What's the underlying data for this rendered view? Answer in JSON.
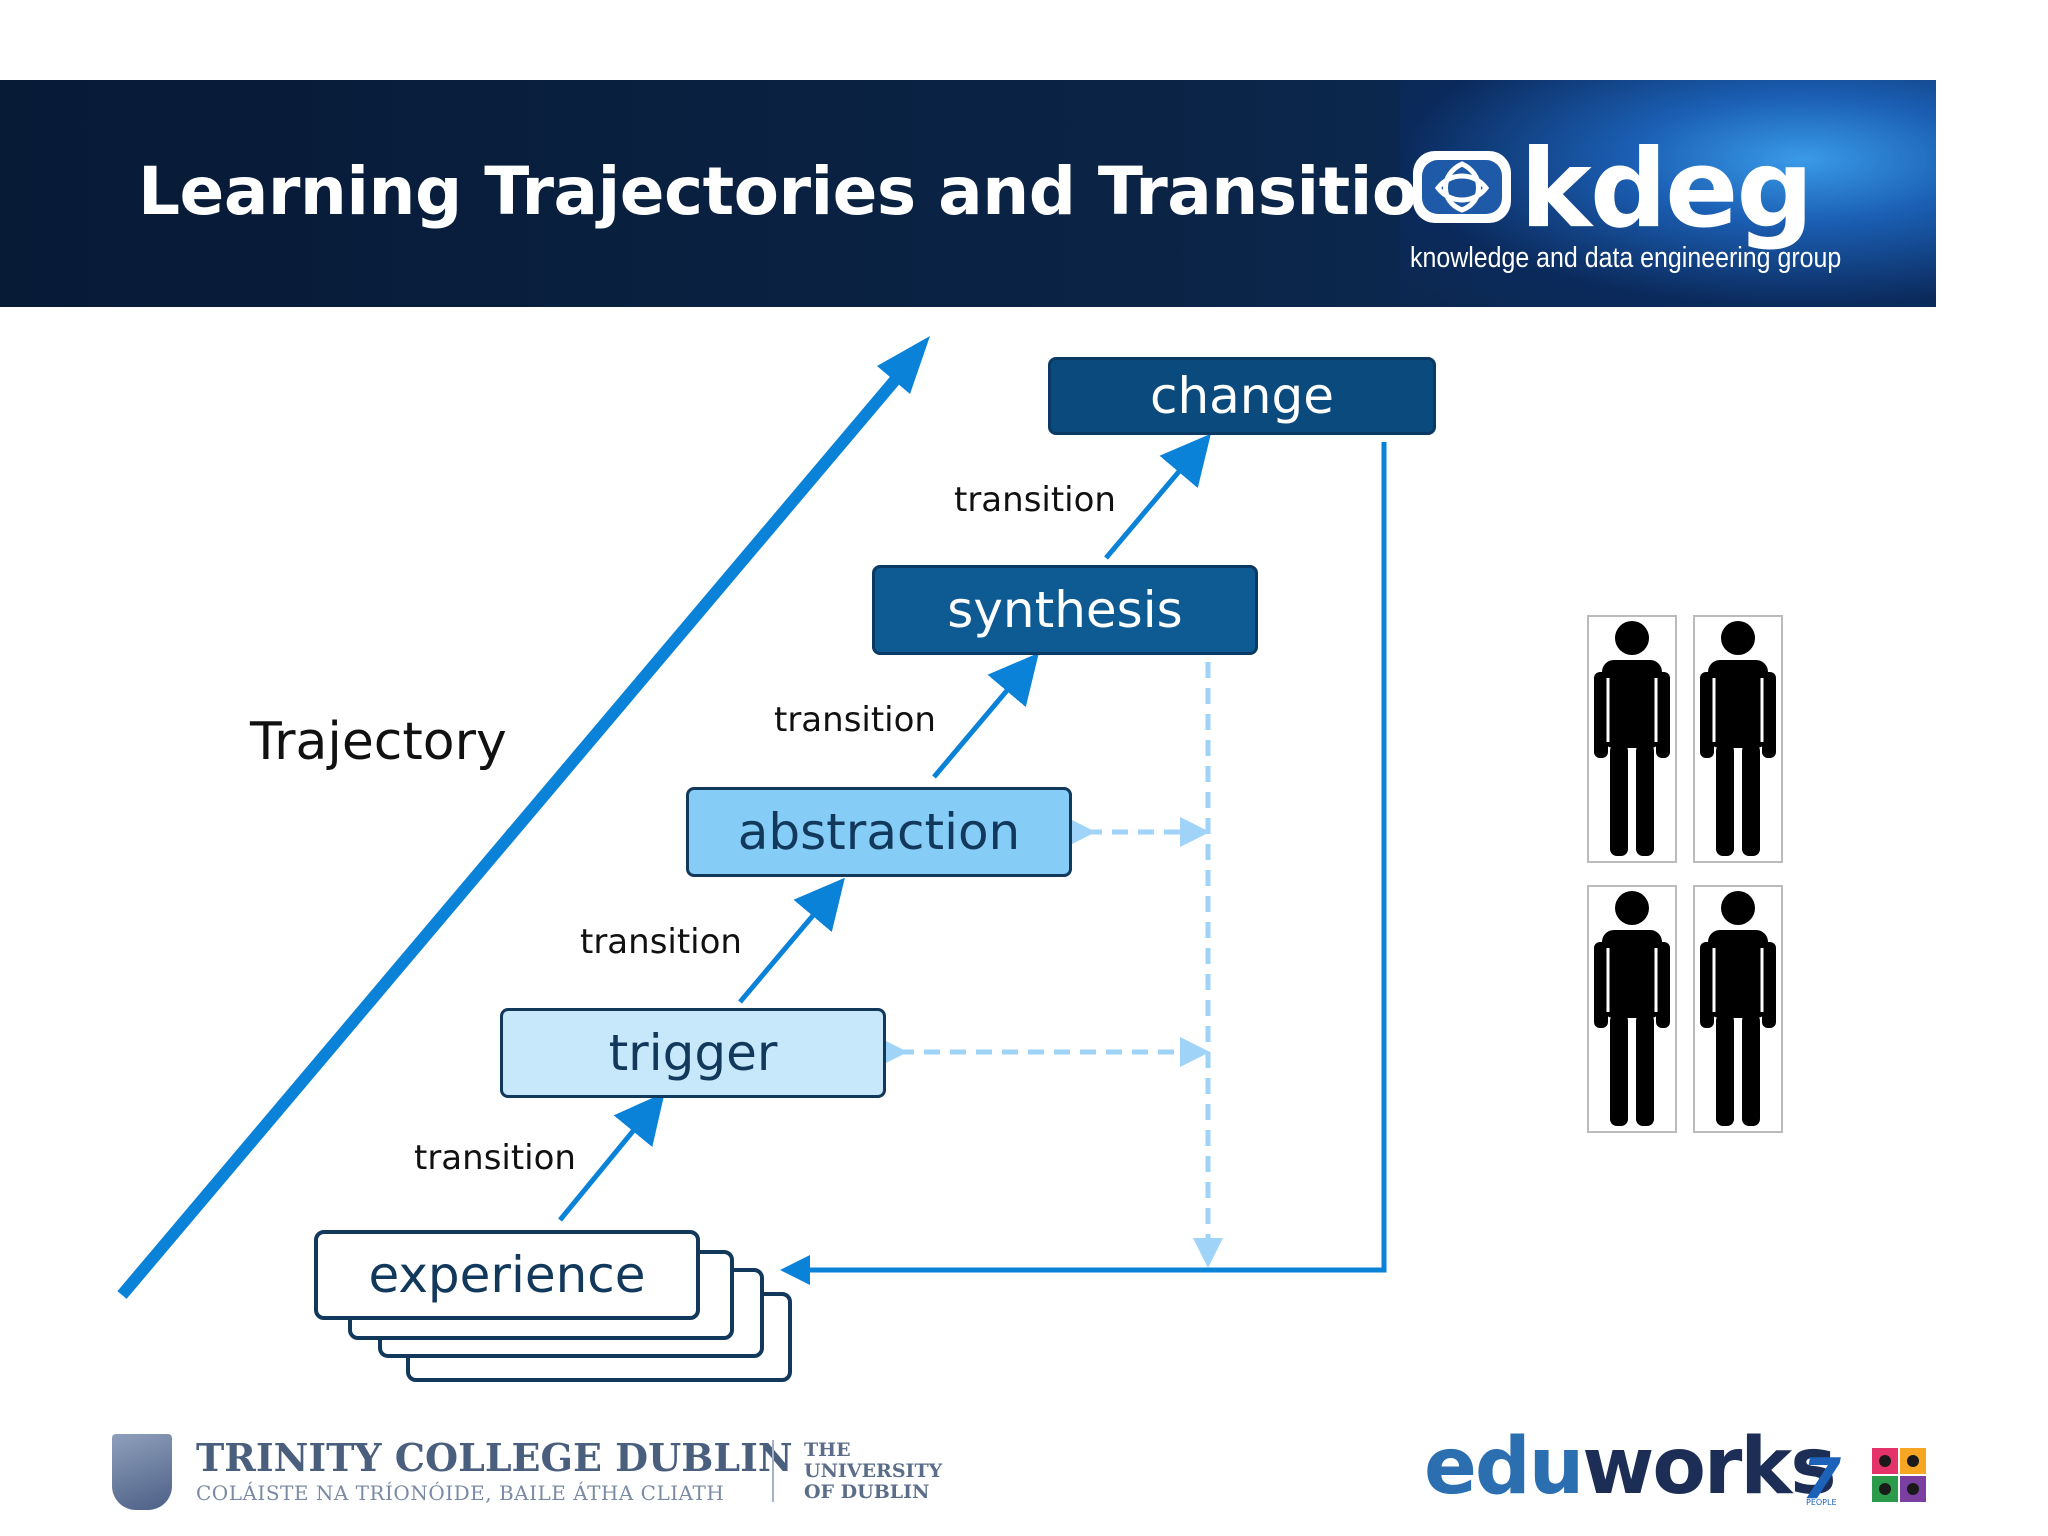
{
  "header": {
    "title": "Learning Trajectories and Transitions",
    "logo_word": "kdeg",
    "logo_tagline": "knowledge and data engineering group"
  },
  "diagram": {
    "trajectory_label": "Trajectory",
    "stages": {
      "change": "change",
      "synthesis": "synthesis",
      "abstraction": "abstraction",
      "trigger": "trigger",
      "experience": "experience"
    },
    "transitions": [
      "transition",
      "transition",
      "transition",
      "transition"
    ]
  },
  "footer": {
    "institution": "TRINITY COLLEGE DUBLIN",
    "institution_irish": "COLÁISTE NA TRÍONÓIDE, BAILE ÁTHA CLIATH",
    "university_line1": "THE",
    "university_line2": "UNIVERSITY",
    "university_line3": "OF DUBLIN",
    "project_part1": "edu",
    "project_part2": "works",
    "fp7_mark": "7",
    "fp7_caption": "PEOPLE"
  },
  "colors": {
    "banner": "#0b2446",
    "dark_box": "#0b4a7c",
    "light_box": "#85cdf6",
    "lighter_box": "#c7e8fb",
    "arrow": "#0a82d8",
    "dashed_arrow": "#9fd3f8",
    "outline": "#12385c"
  }
}
